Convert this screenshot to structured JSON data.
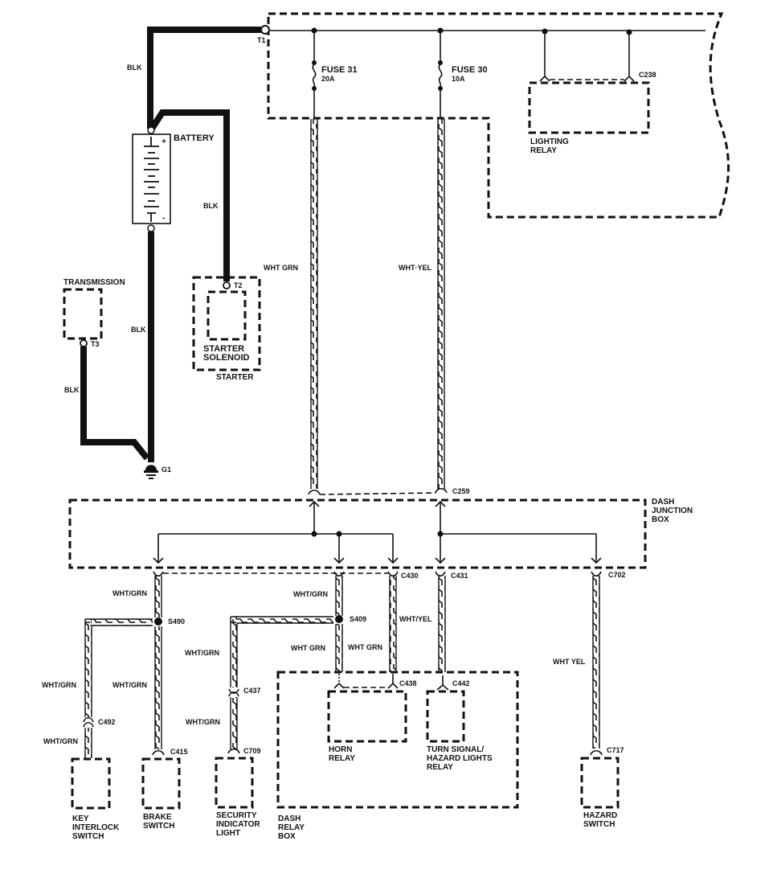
{
  "diagram": {
    "title": "Horn / Hazard / Key Interlock Power Distribution Wiring",
    "terminals": {
      "t1": "T1",
      "t2": "T2",
      "t3": "T3",
      "g1": "G1"
    },
    "components": {
      "battery": "BATTERY",
      "battery_plus": "+",
      "battery_minus": "-",
      "transmission": "TRANSMISSION",
      "starter_solenoid_1": "STARTER",
      "starter_solenoid_2": "SOLENOID",
      "starter": "STARTER",
      "fuse31_name": "FUSE 31",
      "fuse31_rating": "20A",
      "fuse30_name": "FUSE 30",
      "fuse30_rating": "10A",
      "lighting_relay_1": "LIGHTING",
      "lighting_relay_2": "RELAY",
      "dash_junction_1": "DASH",
      "dash_junction_2": "JUNCTION",
      "dash_junction_3": "BOX",
      "horn_relay_1": "HORN",
      "horn_relay_2": "RELAY",
      "turn_relay_1": "TURN SIGNAL/",
      "turn_relay_2": "HAZARD LIGHTS",
      "turn_relay_3": "RELAY",
      "dash_relay_1": "DASH",
      "dash_relay_2": "RELAY",
      "dash_relay_3": "BOX",
      "key_interlock_1": "KEY",
      "key_interlock_2": "INTERLOCK",
      "key_interlock_3": "SWITCH",
      "brake_switch_1": "BRAKE",
      "brake_switch_2": "SWITCH",
      "security_light_1": "SECURITY",
      "security_light_2": "INDICATOR",
      "security_light_3": "LIGHT",
      "hazard_switch_1": "HAZARD",
      "hazard_switch_2": "SWITCH"
    },
    "connectors": {
      "c238": "C238",
      "c259": "C259",
      "c430": "C430",
      "c431": "C431",
      "c702": "C702",
      "c438": "C438",
      "c442": "C442",
      "c437": "C437",
      "c492": "C492",
      "c415": "C415",
      "c709": "C709",
      "c717": "C717"
    },
    "splices": {
      "s490": "S490",
      "s409": "S409"
    },
    "wire_colors": {
      "blk_top": "BLK",
      "blk_battery_starter": "BLK",
      "blk_battery_ground": "BLK",
      "blk_transmission": "BLK",
      "wht_grn_fuse31": "WHT GRN",
      "wht_yel_fuse30": "WHT·YEL",
      "wht_grn_s490_top": "WHT/GRN",
      "wht_grn_s409_top": "WHT/GRN",
      "wht_yel_c430": "WHT/YEL",
      "wht_grn_security_upper": "WHT/GRN",
      "wht_grn_security_lower": "WHT/GRN",
      "wht_grn_key_upper": "WHT/GRN",
      "wht_grn_key_lower": "WHT/GRN",
      "wht_grn_brake": "WHT/GRN",
      "wht_grn_horn_left": "WHT GRN",
      "wht_grn_horn_right": "WHT GRN",
      "wht_yel_hazard": "WHT YEL"
    }
  }
}
